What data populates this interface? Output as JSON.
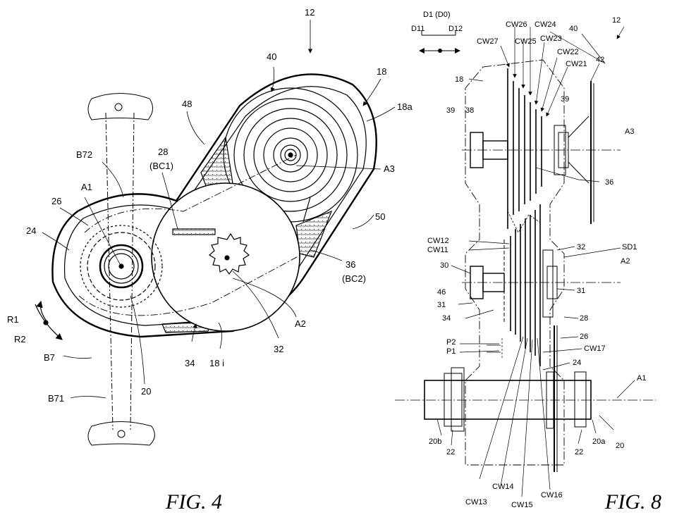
{
  "figure_left": {
    "caption": "FIG. 4",
    "labels": {
      "l12": "12",
      "l40": "40",
      "l18": "18",
      "l18a": "18a",
      "l48": "48",
      "l28": "28",
      "lBC1": "(BC1)",
      "lA3": "A3",
      "lB72": "B72",
      "lA1": "A1",
      "l26": "26",
      "l24": "24",
      "l50": "50",
      "l36": "36",
      "lBC2": "(BC2)",
      "lR1": "R1",
      "lR2": "R2",
      "lA2": "A2",
      "lB7": "B7",
      "l34": "34",
      "l18i": "18 i",
      "l32": "32",
      "l20": "20",
      "lB71": "B71"
    }
  },
  "figure_right": {
    "caption": "FIG. 8",
    "labels": {
      "lD1": "D1 (D0)",
      "lD11": "D11",
      "lD12": "D12",
      "lCW26": "CW26",
      "lCW24": "CW24",
      "l40": "40",
      "l12": "12",
      "lCW27": "CW27",
      "lCW25": "CW25",
      "lCW23": "CW23",
      "lCW22": "CW22",
      "l42": "42",
      "lCW21": "CW21",
      "l18": "18",
      "l39a": "39",
      "l38": "38",
      "l39b": "39",
      "lA3": "A3",
      "l36": "36",
      "lCW12": "CW12",
      "lCW11": "CW11",
      "l32": "32",
      "lSD1": "SD1",
      "l30": "30",
      "lA2": "A2",
      "l46": "46",
      "l31a": "31",
      "l31b": "31",
      "l34": "34",
      "l28": "28",
      "l26": "26",
      "lP2": "P2",
      "lP1": "P1",
      "lCW17": "CW17",
      "l24": "24",
      "lA1": "A1",
      "l20b": "20b",
      "l22a": "22",
      "l22b": "22",
      "l20a": "20a",
      "l20": "20",
      "lCW14": "CW14",
      "lCW16": "CW16",
      "lCW13": "CW13",
      "lCW15": "CW15"
    }
  }
}
